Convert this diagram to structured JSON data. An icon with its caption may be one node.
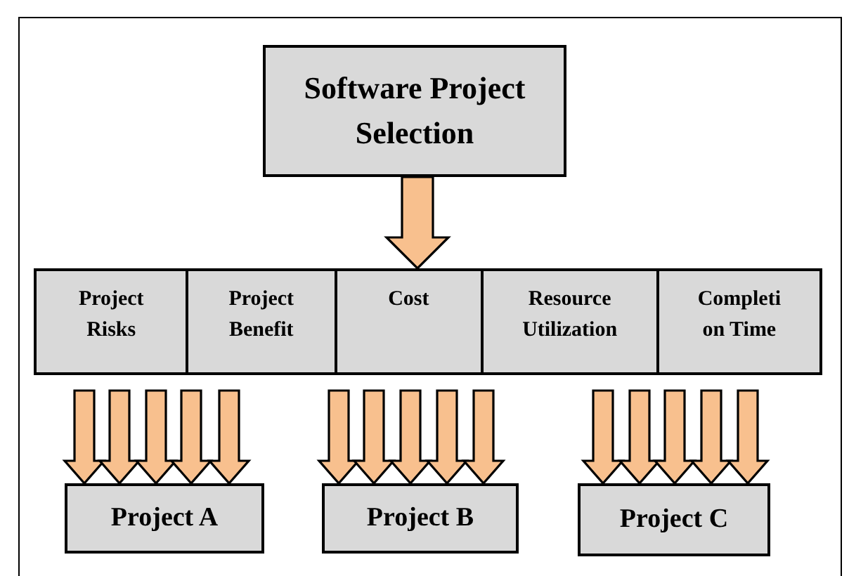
{
  "diagram": {
    "nodes": [
      {
        "text": [
          "Software Project Selection"
        ]
      },
      {
        "text": [],
        "shape": "box"
      },
      {
        "text": [
          "Project Risks"
        ],
        "in": 1
      },
      {
        "text": [
          "Project Benefit"
        ],
        "in": 1
      },
      {
        "text": [
          "Cost"
        ],
        "in": 1
      },
      {
        "text": [
          "Resource Utilization"
        ],
        "in": 1
      },
      {
        "text": [
          "Completi on Time"
        ],
        "in": 1
      },
      {
        "text": [
          "Project A"
        ]
      },
      {
        "text": [
          "Project B"
        ]
      },
      {
        "text": [
          "Project C"
        ]
      }
    ],
    "edges": [
      {
        "from": 0,
        "to": 1,
        "arrow": "to"
      },
      {
        "from": null,
        "to": 7,
        "arrow": "to"
      },
      {
        "from": null,
        "to": 7,
        "arrow": "to"
      },
      {
        "from": null,
        "to": 7,
        "arrow": "to"
      },
      {
        "from": null,
        "to": 7,
        "arrow": "to"
      },
      {
        "from": null,
        "to": 7,
        "arrow": "to"
      },
      {
        "from": null,
        "to": 8,
        "arrow": "to"
      },
      {
        "from": null,
        "to": 8,
        "arrow": "to"
      },
      {
        "from": null,
        "to": 8,
        "arrow": "to"
      },
      {
        "from": null,
        "to": 8,
        "arrow": "to"
      },
      {
        "from": null,
        "to": 8,
        "arrow": "to"
      },
      {
        "from": null,
        "to": 9,
        "arrow": "to"
      },
      {
        "from": null,
        "to": 9,
        "arrow": "to"
      },
      {
        "from": null,
        "to": 9,
        "arrow": "to"
      },
      {
        "from": null,
        "to": 9,
        "arrow": "to"
      },
      {
        "from": null,
        "to": 9,
        "arrow": "to"
      }
    ]
  }
}
